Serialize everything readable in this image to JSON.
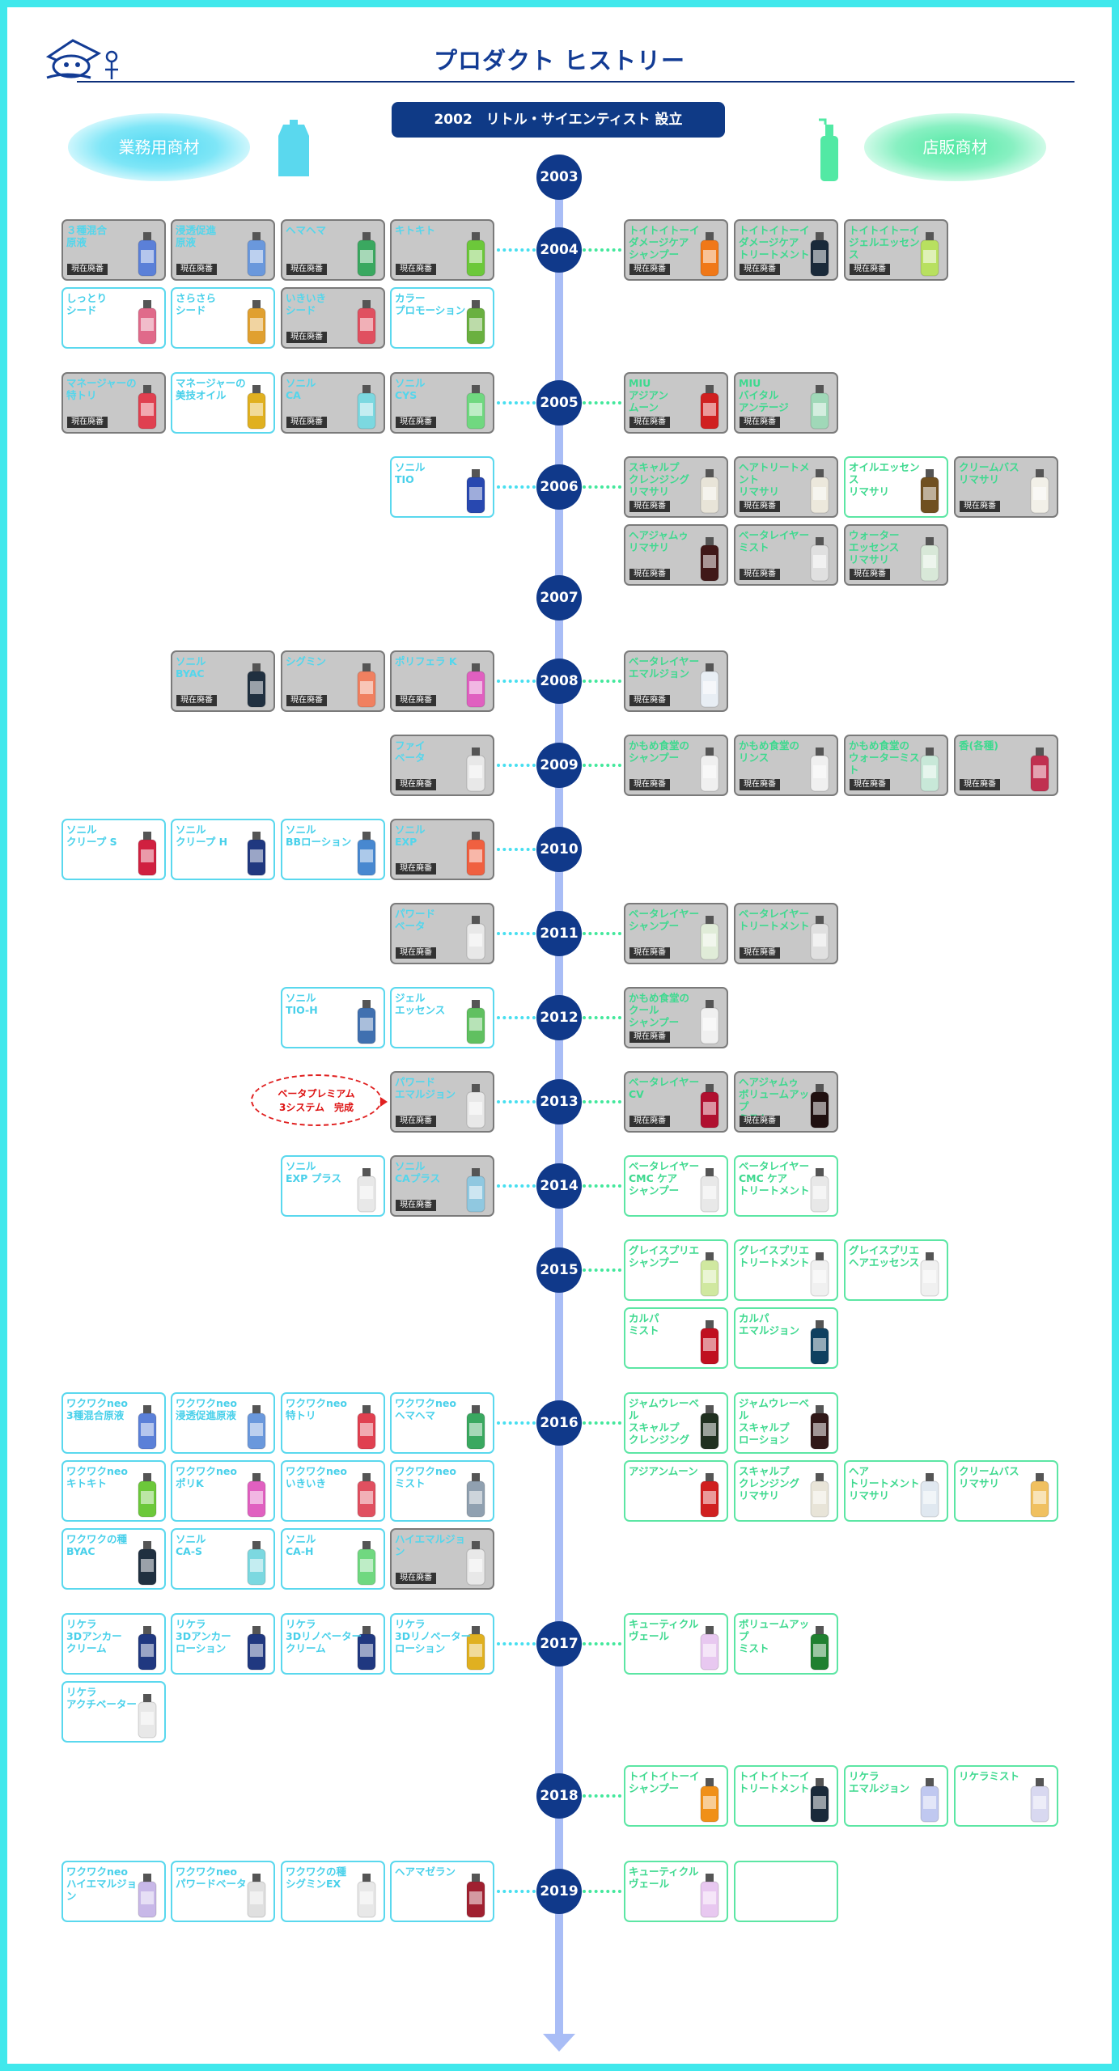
{
  "title": "プロダクト ヒストリー",
  "founded": "2002　リトル・サイエンティスト 設立",
  "left_heading": "業務用商材",
  "right_heading": "店販商材",
  "discontinued_label": "現在廃番",
  "callout": "ベータプレミアム\n3システム　完成",
  "colors": {
    "frame": "#40e8ec",
    "navy": "#10398a",
    "axis": "#a9bdf6",
    "pro": "#48d0ea",
    "retail": "#3ed98f",
    "discontinued_bg": "#c8c8c8"
  },
  "years": [
    {
      "year": "2003",
      "left": [],
      "right": []
    },
    {
      "year": "2004",
      "left": [
        {
          "name": "３種混合\n原液",
          "d": true,
          "c": "#5b80d8"
        },
        {
          "name": "浸透促進\n原液",
          "d": true,
          "c": "#6a98dc"
        },
        {
          "name": "ヘマヘマ",
          "d": true,
          "c": "#3aa860"
        },
        {
          "name": "キトキト",
          "d": true,
          "c": "#6cc83a"
        },
        {
          "name": "しっとり\nシード",
          "d": false,
          "c": "#e06a8a"
        },
        {
          "name": "さらさら\nシード",
          "d": false,
          "c": "#e0a030"
        },
        {
          "name": "いきいき\nシード",
          "d": true,
          "c": "#e05060"
        },
        {
          "name": "カラー\nプロモーション",
          "d": false,
          "c": "#6ab040"
        }
      ],
      "right": [
        {
          "name": "トイトイトーイ\nダメージケア\nシャンプー",
          "d": true,
          "c": "#f07818"
        },
        {
          "name": "トイトイトーイ\nダメージケア\nトリートメント",
          "d": true,
          "c": "#1a2a3a"
        },
        {
          "name": "トイトイトーイ\nジェルエッセンス",
          "d": true,
          "c": "#b8e060"
        }
      ]
    },
    {
      "year": "2005",
      "left": [
        {
          "name": "マネージャーの\n特トリ",
          "d": true,
          "c": "#e04050"
        },
        {
          "name": "マネージャーの\n美技オイル",
          "d": false,
          "c": "#e0b020"
        },
        {
          "name": "ソニル\nCA",
          "d": true,
          "c": "#7cd8e0"
        },
        {
          "name": "ソニル\nCYS",
          "d": true,
          "c": "#70d880"
        }
      ],
      "right": [
        {
          "name": "MIU\nアジアン\nムーン",
          "d": true,
          "c": "#d02020"
        },
        {
          "name": "MIU\nバイタル\nアンテージ",
          "d": true,
          "c": "#a0d8b8"
        }
      ]
    },
    {
      "year": "2006",
      "left": [
        {
          "name": "ソニル\nTIO",
          "d": false,
          "c": "#2848b0"
        }
      ],
      "right": [
        {
          "name": "スキャルプ\nクレンジング\nリマサリ",
          "d": true,
          "c": "#e8e4d8"
        },
        {
          "name": "ヘアトリートメント\nリマサリ",
          "d": true,
          "c": "#ece8dc"
        },
        {
          "name": "オイルエッセンス\nリマサリ",
          "d": false,
          "c": "#705020"
        },
        {
          "name": "クリームバス\nリマサリ",
          "d": true,
          "c": "#f2f0e8"
        },
        {
          "name": "ヘアジャムゥ\nリマサリ",
          "d": true,
          "c": "#401818"
        },
        {
          "name": "ベータレイヤー\nミスト",
          "d": true,
          "c": "#e0e0e0"
        },
        {
          "name": "ウォーター\nエッセンス\nリマサリ",
          "d": true,
          "c": "#d8e8d8"
        }
      ]
    },
    {
      "year": "2007",
      "left": [],
      "right": []
    },
    {
      "year": "2008",
      "left": [
        {
          "name": "ソニル\nBYAC",
          "d": true,
          "c": "#203040"
        },
        {
          "name": "シグミン",
          "d": true,
          "c": "#f08060"
        },
        {
          "name": "ポリフェラ K",
          "d": true,
          "c": "#e060c0"
        }
      ],
      "right": [
        {
          "name": "ベータレイヤー\nエマルジョン",
          "d": true,
          "c": "#e8eef4"
        }
      ]
    },
    {
      "year": "2009",
      "left": [
        {
          "name": "ファイ\nベータ",
          "d": true,
          "c": "#e8e8e8"
        }
      ],
      "right": [
        {
          "name": "かもめ食堂の\nシャンプー",
          "d": true,
          "c": "#f0f0f0"
        },
        {
          "name": "かもめ食堂の\nリンス",
          "d": true,
          "c": "#f0f0f0"
        },
        {
          "name": "かもめ食堂の\nウォーターミスト",
          "d": true,
          "c": "#c8e8d8"
        },
        {
          "name": "香(各種)",
          "d": true,
          "c": "#c03050"
        }
      ]
    },
    {
      "year": "2010",
      "left": [
        {
          "name": "ソニル\nクリープ S",
          "d": false,
          "c": "#d02040"
        },
        {
          "name": "ソニル\nクリープ H",
          "d": false,
          "c": "#203880"
        },
        {
          "name": "ソニル\nBBローション",
          "d": false,
          "c": "#4888d0"
        },
        {
          "name": "ソニル\nEXP",
          "d": true,
          "c": "#f06040"
        }
      ],
      "right": []
    },
    {
      "year": "2011",
      "left": [
        {
          "name": "パワード\nベータ",
          "d": true,
          "c": "#e8e8e8"
        }
      ],
      "right": [
        {
          "name": "ベータレイヤー\nシャンプー",
          "d": true,
          "c": "#e0ecd8"
        },
        {
          "name": "ベータレイヤー\nトリートメント",
          "d": true,
          "c": "#e0e0e0"
        }
      ]
    },
    {
      "year": "2012",
      "left": [
        {
          "name": "ソニル\nTIO-H",
          "d": false,
          "c": "#4070b0"
        },
        {
          "name": "ジェル\nエッセンス",
          "d": false,
          "c": "#60c060"
        }
      ],
      "right": [
        {
          "name": "かもめ食堂の\nクール\nシャンプー",
          "d": true,
          "c": "#f0f0f0"
        }
      ]
    },
    {
      "year": "2013",
      "left": [
        {
          "name": "パワード\nエマルジョン",
          "d": true,
          "c": "#e8e8e8"
        }
      ],
      "right": [
        {
          "name": "ベータレイヤー\nCV",
          "d": true,
          "c": "#b01030"
        },
        {
          "name": "ヘアジャムゥ\nボリュームアップ\nミスト",
          "d": true,
          "c": "#201010"
        }
      ]
    },
    {
      "year": "2014",
      "left": [
        {
          "name": "ソニル\nEXP プラス",
          "d": false,
          "c": "#e8e8e8"
        },
        {
          "name": "ソニル\nCAプラス",
          "d": true,
          "c": "#90c8e0"
        }
      ],
      "right": [
        {
          "name": "ベータレイヤー\nCMC ケア\nシャンプー",
          "d": false,
          "c": "#e8e8e8"
        },
        {
          "name": "ベータレイヤー\nCMC ケア\nトリートメント",
          "d": false,
          "c": "#e8e8e8"
        }
      ]
    },
    {
      "year": "2015",
      "left": [],
      "right": [
        {
          "name": "グレイスプリエ\nシャンプー",
          "d": false,
          "c": "#d0e8a0"
        },
        {
          "name": "グレイスプリエ\nトリートメント",
          "d": false,
          "c": "#f0f0f0"
        },
        {
          "name": "グレイスプリエ\nヘアエッセンス",
          "d": false,
          "c": "#f0f0f0"
        },
        {
          "name": "カルパ\nミスト",
          "d": false,
          "c": "#c01020"
        },
        {
          "name": "カルパ\nエマルジョン",
          "d": false,
          "c": "#104060"
        }
      ]
    },
    {
      "year": "2016",
      "left": [
        {
          "name": "ワクワクneo\n3種混合原液",
          "d": false,
          "c": "#5b80d8"
        },
        {
          "name": "ワクワクneo\n浸透促進原液",
          "d": false,
          "c": "#6a98dc"
        },
        {
          "name": "ワクワクneo\n特トリ",
          "d": false,
          "c": "#e04050"
        },
        {
          "name": "ワクワクneo\nヘマヘマ",
          "d": false,
          "c": "#3aa860"
        },
        {
          "name": "ワクワクneo\nキトキト",
          "d": false,
          "c": "#6cc83a"
        },
        {
          "name": "ワクワクneo\nポリK",
          "d": false,
          "c": "#e060c0"
        },
        {
          "name": "ワクワクneo\nいきいき",
          "d": false,
          "c": "#e05060"
        },
        {
          "name": "ワクワクneo\nミスト",
          "d": false,
          "c": "#90a0b0"
        },
        {
          "name": "ワクワクの種\nBYAC",
          "d": false,
          "c": "#203040"
        },
        {
          "name": "ソニル\nCA-S",
          "d": false,
          "c": "#7cd8e0"
        },
        {
          "name": "ソニル\nCA-H",
          "d": false,
          "c": "#70d880"
        },
        {
          "name": "ハイエマルジョン",
          "d": true,
          "c": "#e8e8e8"
        }
      ],
      "right": [
        {
          "name": "ジャムウレーベル\nスキャルプ\nクレンジング",
          "d": false,
          "c": "#203020"
        },
        {
          "name": "ジャムウレーベル\nスキャルプ\nローション",
          "d": false,
          "c": "#301818"
        },
        {
          "name": "アジアンムーン",
          "d": false,
          "c": "#d02020"
        },
        {
          "name": "スキャルプ\nクレンジング\nリマサリ",
          "d": false,
          "c": "#e8e4d8"
        },
        {
          "name": "ヘア\nトリートメント\nリマサリ",
          "d": false,
          "c": "#e0e8f0"
        },
        {
          "name": "クリームバス\nリマサリ",
          "d": false,
          "c": "#f0c060"
        }
      ]
    },
    {
      "year": "2017",
      "left": [
        {
          "name": "リケラ\n3Dアンカー\nクリーム",
          "d": false,
          "c": "#203880"
        },
        {
          "name": "リケラ\n3Dアンカー\nローション",
          "d": false,
          "c": "#203880"
        },
        {
          "name": "リケラ\n3Dリノベーター\nクリーム",
          "d": false,
          "c": "#203880"
        },
        {
          "name": "リケラ\n3Dリノベーター\nローション",
          "d": false,
          "c": "#e0b020"
        },
        {
          "name": "リケラ\nアクチベーター",
          "d": false,
          "c": "#e8e8e8"
        }
      ],
      "right": [
        {
          "name": "キューティクル\nヴェール",
          "d": false,
          "c": "#e8c8f0"
        },
        {
          "name": "ボリュームアップ\nミスト",
          "d": false,
          "c": "#208030"
        }
      ]
    },
    {
      "year": "2018",
      "left": [],
      "right": [
        {
          "name": "トイトイトーイ\nシャンプー",
          "d": false,
          "c": "#f09018"
        },
        {
          "name": "トイトイトーイ\nトリートメント",
          "d": false,
          "c": "#1a2a3a"
        },
        {
          "name": "リケラ\nエマルジョン",
          "d": false,
          "c": "#c0c8f0"
        },
        {
          "name": "リケラミスト",
          "d": false,
          "c": "#d8d8f0"
        }
      ]
    },
    {
      "year": "2019",
      "left": [
        {
          "name": "ワクワクneo\nハイエマルジョン",
          "d": false,
          "c": "#c8b8e8"
        },
        {
          "name": "ワクワクneo\nパワードベータ",
          "d": false,
          "c": "#e0e0e0"
        },
        {
          "name": "ワクワクの種\nシグミンEX",
          "d": false,
          "c": "#e8e8e8"
        },
        {
          "name": "ヘアマゼラン",
          "d": false,
          "c": "#a02030"
        }
      ],
      "right": [
        {
          "name": "キューティクル\nヴェール",
          "d": false,
          "c": "#e8c8f0"
        },
        {
          "name": "",
          "d": false,
          "c": ""
        }
      ]
    }
  ]
}
